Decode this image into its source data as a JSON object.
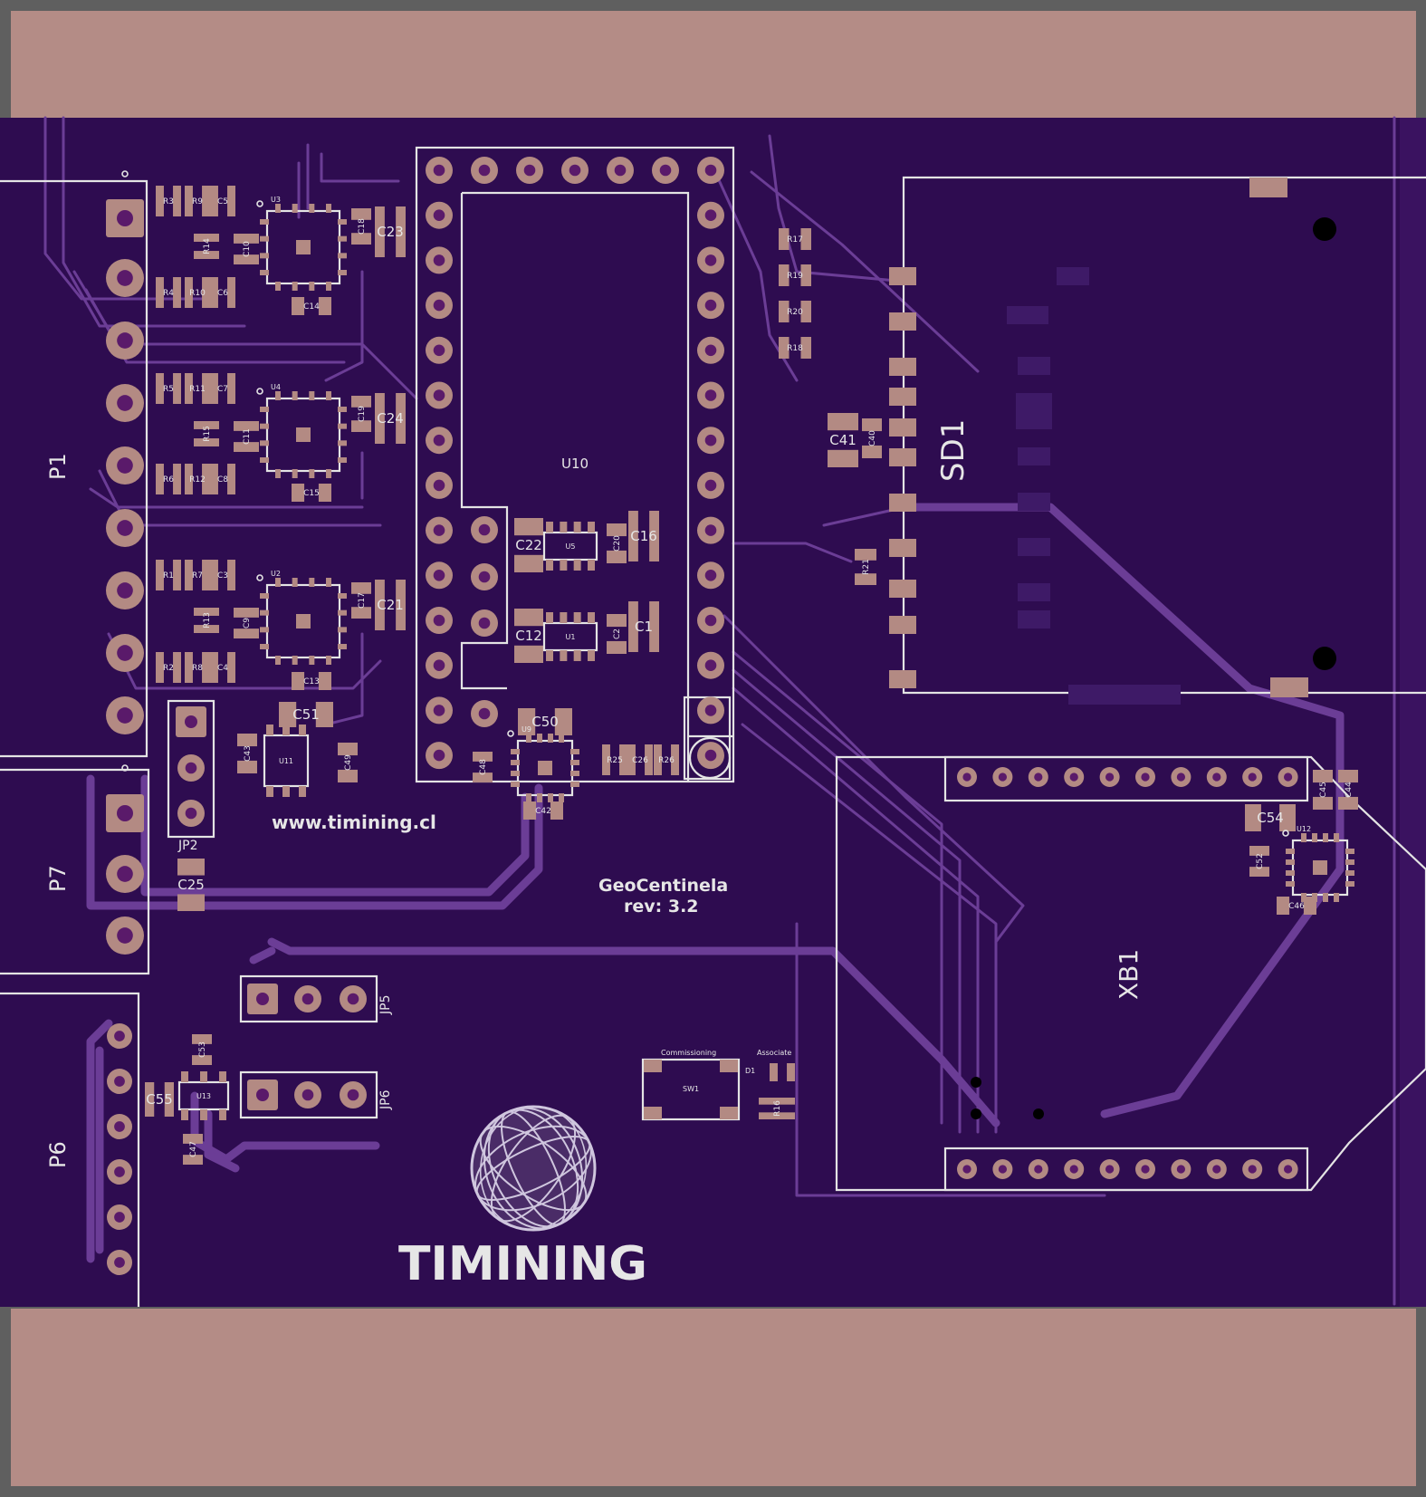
{
  "board": {
    "colors": {
      "copper_pour": "#2e0c50",
      "frame": "#b48c86",
      "silkscreen": "#e4e4e4",
      "pad": "#b38a83",
      "trace": "#6b3d96"
    },
    "website": "www.timining.cl",
    "project_name": "GeoCentinela",
    "revision": "rev: 3.2",
    "brand": "TIMINING",
    "connectors": {
      "p1": "P1",
      "p7": "P7",
      "p6": "P6",
      "jp2": "JP2",
      "jp5": "JP5",
      "jp6": "JP6"
    },
    "modules": {
      "u10": "U10",
      "sd1": "SD1",
      "xb1": "XB1",
      "sw1": "SW1",
      "d1": "D1"
    },
    "switch_labels": {
      "commissioning": "Commissioning",
      "associate": "Associate"
    },
    "components": {
      "r3": "R3",
      "r9": "R9",
      "c5": "C5",
      "r14": "R14",
      "c10": "C10",
      "r4": "R4",
      "r10": "R10",
      "c6": "C6",
      "u3": "U3",
      "c18": "C18",
      "c23": "C23",
      "c14": "C14",
      "r5": "R5",
      "r11": "R11",
      "c7": "C7",
      "r15": "R15",
      "c11": "C11",
      "r6": "R6",
      "r12": "R12",
      "c8": "C8",
      "u4": "U4",
      "c19": "C19",
      "c24": "C24",
      "c15": "C15",
      "r1": "R1",
      "r7": "R7",
      "c3": "C3",
      "r13": "R13",
      "c9": "C9",
      "r2": "R2",
      "r8": "R8",
      "c4": "C4",
      "u2": "U2",
      "c17": "C17",
      "c21": "C21",
      "c13": "C13",
      "c51": "C51",
      "c43": "C43",
      "u11": "U11",
      "c49": "C49",
      "c25": "C25",
      "c22": "C22",
      "u5": "U5",
      "c20": "C20",
      "c16": "C16",
      "c12": "C12",
      "u1": "U1",
      "c2": "C2",
      "c1": "C1",
      "c50": "C50",
      "c48": "C48",
      "u9": "U9",
      "c42": "C42",
      "r25": "R25",
      "c26": "C26",
      "r26": "R26",
      "r17": "R17",
      "r19": "R19",
      "r20": "R20",
      "r18": "R18",
      "c41": "C41",
      "c40": "C40",
      "r21": "R21",
      "c45": "C45",
      "c44": "C44",
      "c54": "C54",
      "c52": "C52",
      "u12": "U12",
      "c46": "C46",
      "c53": "C53",
      "c55": "C55",
      "u13": "U13",
      "c47": "C47",
      "r16": "R16"
    }
  }
}
